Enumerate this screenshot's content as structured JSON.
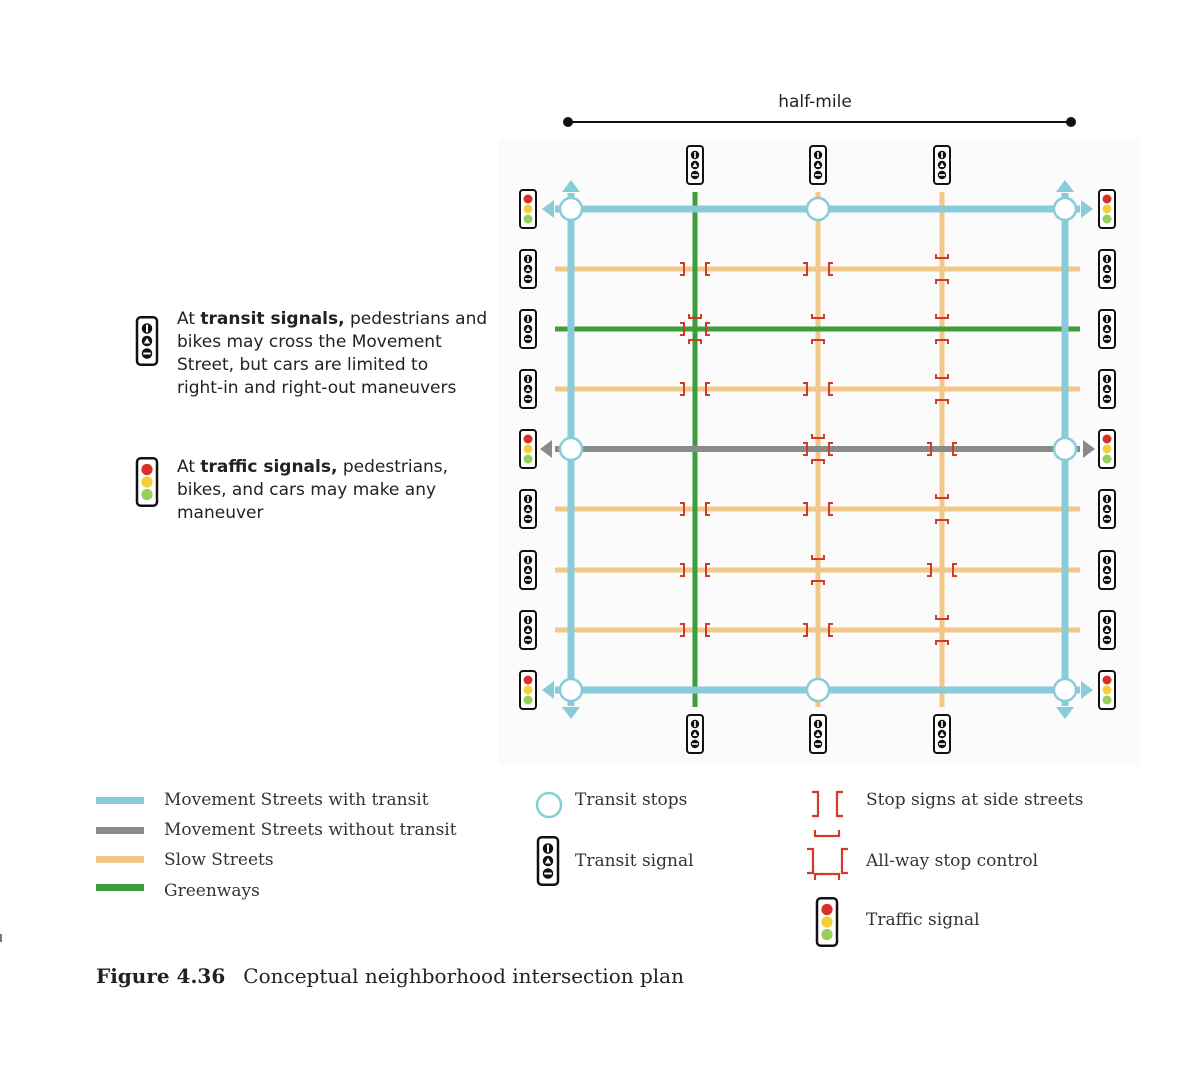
{
  "scale_label": "half-mile",
  "colors": {
    "movement_transit": "#88cbd9",
    "movement_no_transit": "#8a8a8a",
    "slow": "#f1c88a",
    "greenway": "#3f9e3c",
    "stop_sign": "#d23a2a",
    "signal_red": "#d8302a",
    "signal_yellow": "#f5cf3a",
    "signal_green": "#98cf5a"
  },
  "notes": {
    "transit": {
      "bold": "transit signals,",
      "pre": "At ",
      "rest_line1": " pedestrians and",
      "line2": "bikes may cross the Movement",
      "line3": "Street, but cars are limited to",
      "line4": "right-in and right-out maneuvers"
    },
    "traffic": {
      "pre": "At ",
      "bold": "traffic signals,",
      "rest_line1": " pedestrians,",
      "line2": "bikes, and cars may make any",
      "line3": "maneuver"
    }
  },
  "legend": {
    "movement_transit": "Movement Streets with transit",
    "movement_no_transit": "Movement Streets without transit",
    "slow": "Slow Streets",
    "greenway": "Greenways",
    "transit_stops": "Transit stops",
    "transit_signal": "Transit signal",
    "stop_signs": "Stop signs at side streets",
    "all_way": "All-way stop control",
    "traffic_signal": "Traffic signal"
  },
  "caption": {
    "number": "Figure 4.36",
    "text": "Conceptual neighborhood intersection plan"
  }
}
